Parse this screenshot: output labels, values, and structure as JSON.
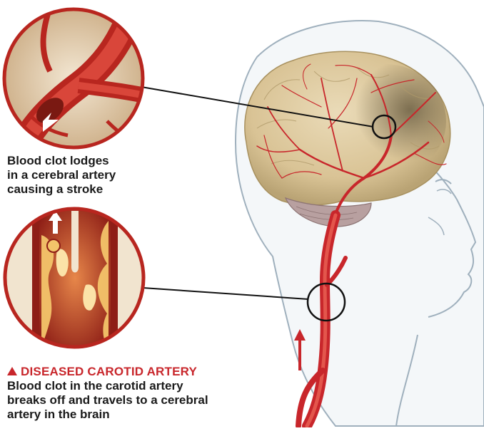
{
  "callout_top": {
    "lines": [
      "Blood clot lodges",
      "in a cerebral artery",
      "causing a stroke"
    ]
  },
  "callout_bottom": {
    "heading": "DISEASED CAROTID ARTERY",
    "lines": [
      "Blood clot in the carotid artery",
      "breaks off and travels to a cerebral",
      "artery in the brain"
    ]
  },
  "colors": {
    "artery_red": "#c8262b",
    "brain_tan": "#dcc9a0",
    "head_outline": "#9fb0bd",
    "plaque_yellow": "#f3c46a"
  }
}
